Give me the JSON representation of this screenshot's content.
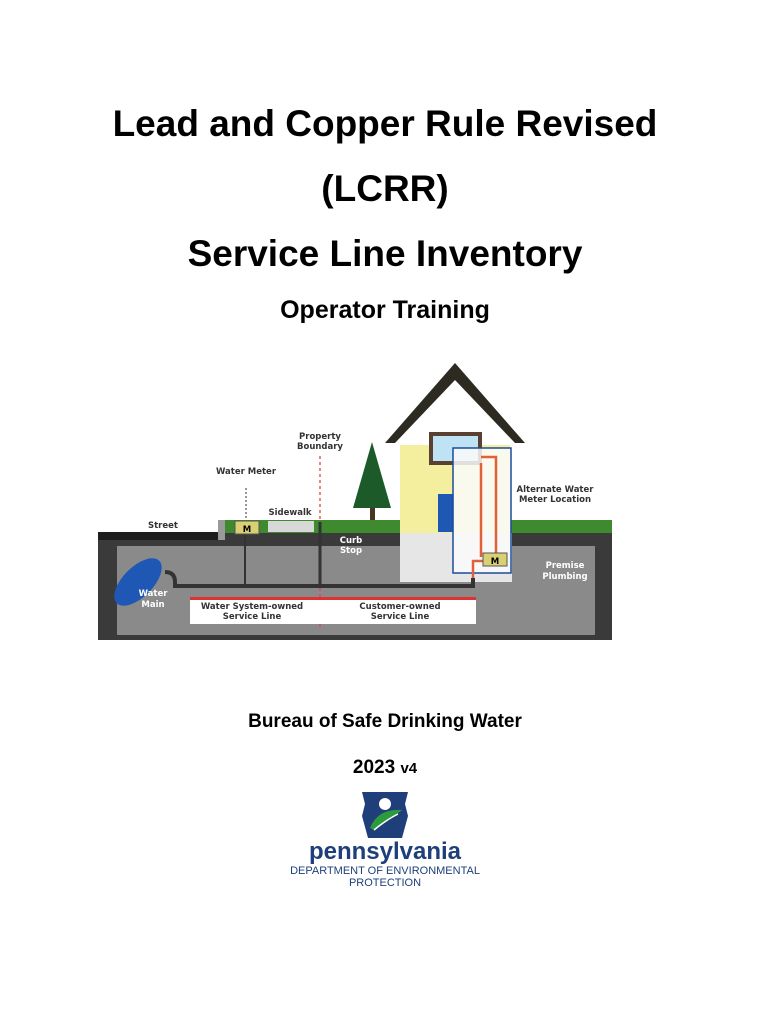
{
  "title": {
    "line1": "Lead and Copper Rule Revised",
    "line2": "(LCRR)",
    "line3": "Service Line Inventory"
  },
  "subtitle": "Operator Training",
  "diagram": {
    "property_boundary_1": "Property",
    "property_boundary_2": "Boundary",
    "water_meter": "Water Meter",
    "sidewalk": "Sidewalk",
    "street": "Street",
    "curb_stop_1": "Curb",
    "curb_stop_2": "Stop",
    "alt_meter_1": "Alternate Water",
    "alt_meter_2": "Meter Location",
    "premise_1": "Premise",
    "premise_2": "Plumbing",
    "water_main_1": "Water",
    "water_main_2": "Main",
    "system_owned_1": "Water System-owned",
    "system_owned_2": "Service Line",
    "customer_owned_1": "Customer-owned",
    "customer_owned_2": "Service Line",
    "meter_letter": "M"
  },
  "bureau": "Bureau of Safe Drinking Water",
  "year": "2023",
  "version": "v4",
  "logo": {
    "name": "pennsylvania",
    "dept_line1": "DEPARTMENT OF ENVIRONMENTAL",
    "dept_line2": "PROTECTION"
  }
}
